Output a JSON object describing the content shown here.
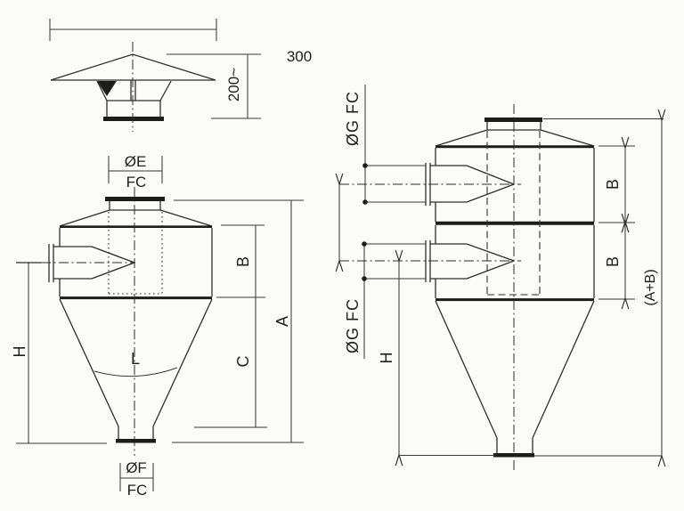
{
  "drawing": {
    "cap": {
      "width_label": "300",
      "height_label": "200~"
    },
    "single_cyclone": {
      "top_outlet_diameter": "ØE",
      "top_outlet_fc": "FC",
      "bottom_outlet_diameter": "ØF",
      "bottom_outlet_fc": "FC",
      "dim_total_height": "A",
      "dim_body_height": "B",
      "dim_cone_height": "C",
      "dim_inlet_height": "H",
      "dim_cone_label": "L"
    },
    "double_cyclone": {
      "inlet1_label": "ØG FC",
      "inlet2_label": "ØG FC",
      "dim_b_upper": "B",
      "dim_b_lower": "B",
      "dim_inlet_height": "H",
      "dim_total_height": "(A+B)"
    }
  }
}
